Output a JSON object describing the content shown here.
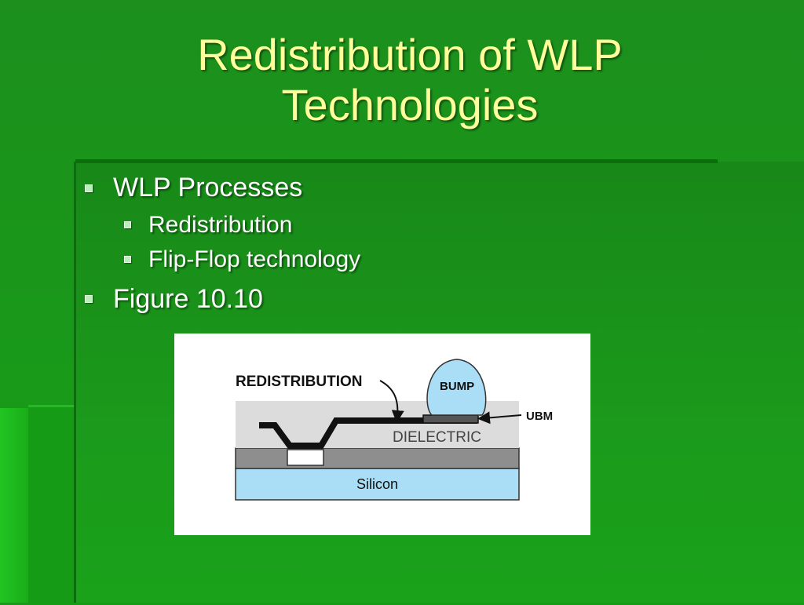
{
  "slide": {
    "title_lines": [
      "Redistribution of WLP",
      "Technologies"
    ]
  },
  "bullets": [
    {
      "level": 1,
      "text": "WLP Processes"
    },
    {
      "level": 2,
      "text": "Redistribution"
    },
    {
      "level": 2,
      "text": "Flip-Flop technology"
    },
    {
      "level": 1,
      "text": "Figure 10.10"
    }
  ],
  "figure": {
    "labels": {
      "redistribution": "REDISTRIBUTION",
      "bump": "BUMP",
      "ubm": "UBM",
      "dielectric": "DIELECTRIC",
      "silicon": "Silicon"
    }
  },
  "colors": {
    "background": "#1a9a1a",
    "title": "#ffff9c",
    "body_text": "#ffffff",
    "bullet_marker": "#b8f0b8",
    "silicon": "#a9def6",
    "bump": "#a9def6",
    "dielectric": "#dcdcdc",
    "passivation": "#8e8e8e"
  }
}
